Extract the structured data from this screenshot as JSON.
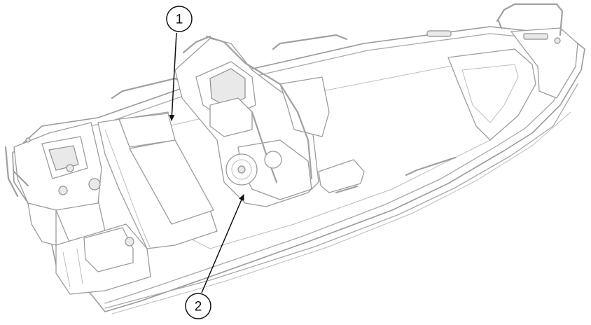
{
  "callouts": [
    {
      "id": "1",
      "label": "1"
    },
    {
      "id": "2",
      "label": "2"
    }
  ],
  "colors": {
    "outline": "#9a9a9a",
    "callout": "#111111",
    "background": "#ffffff"
  }
}
